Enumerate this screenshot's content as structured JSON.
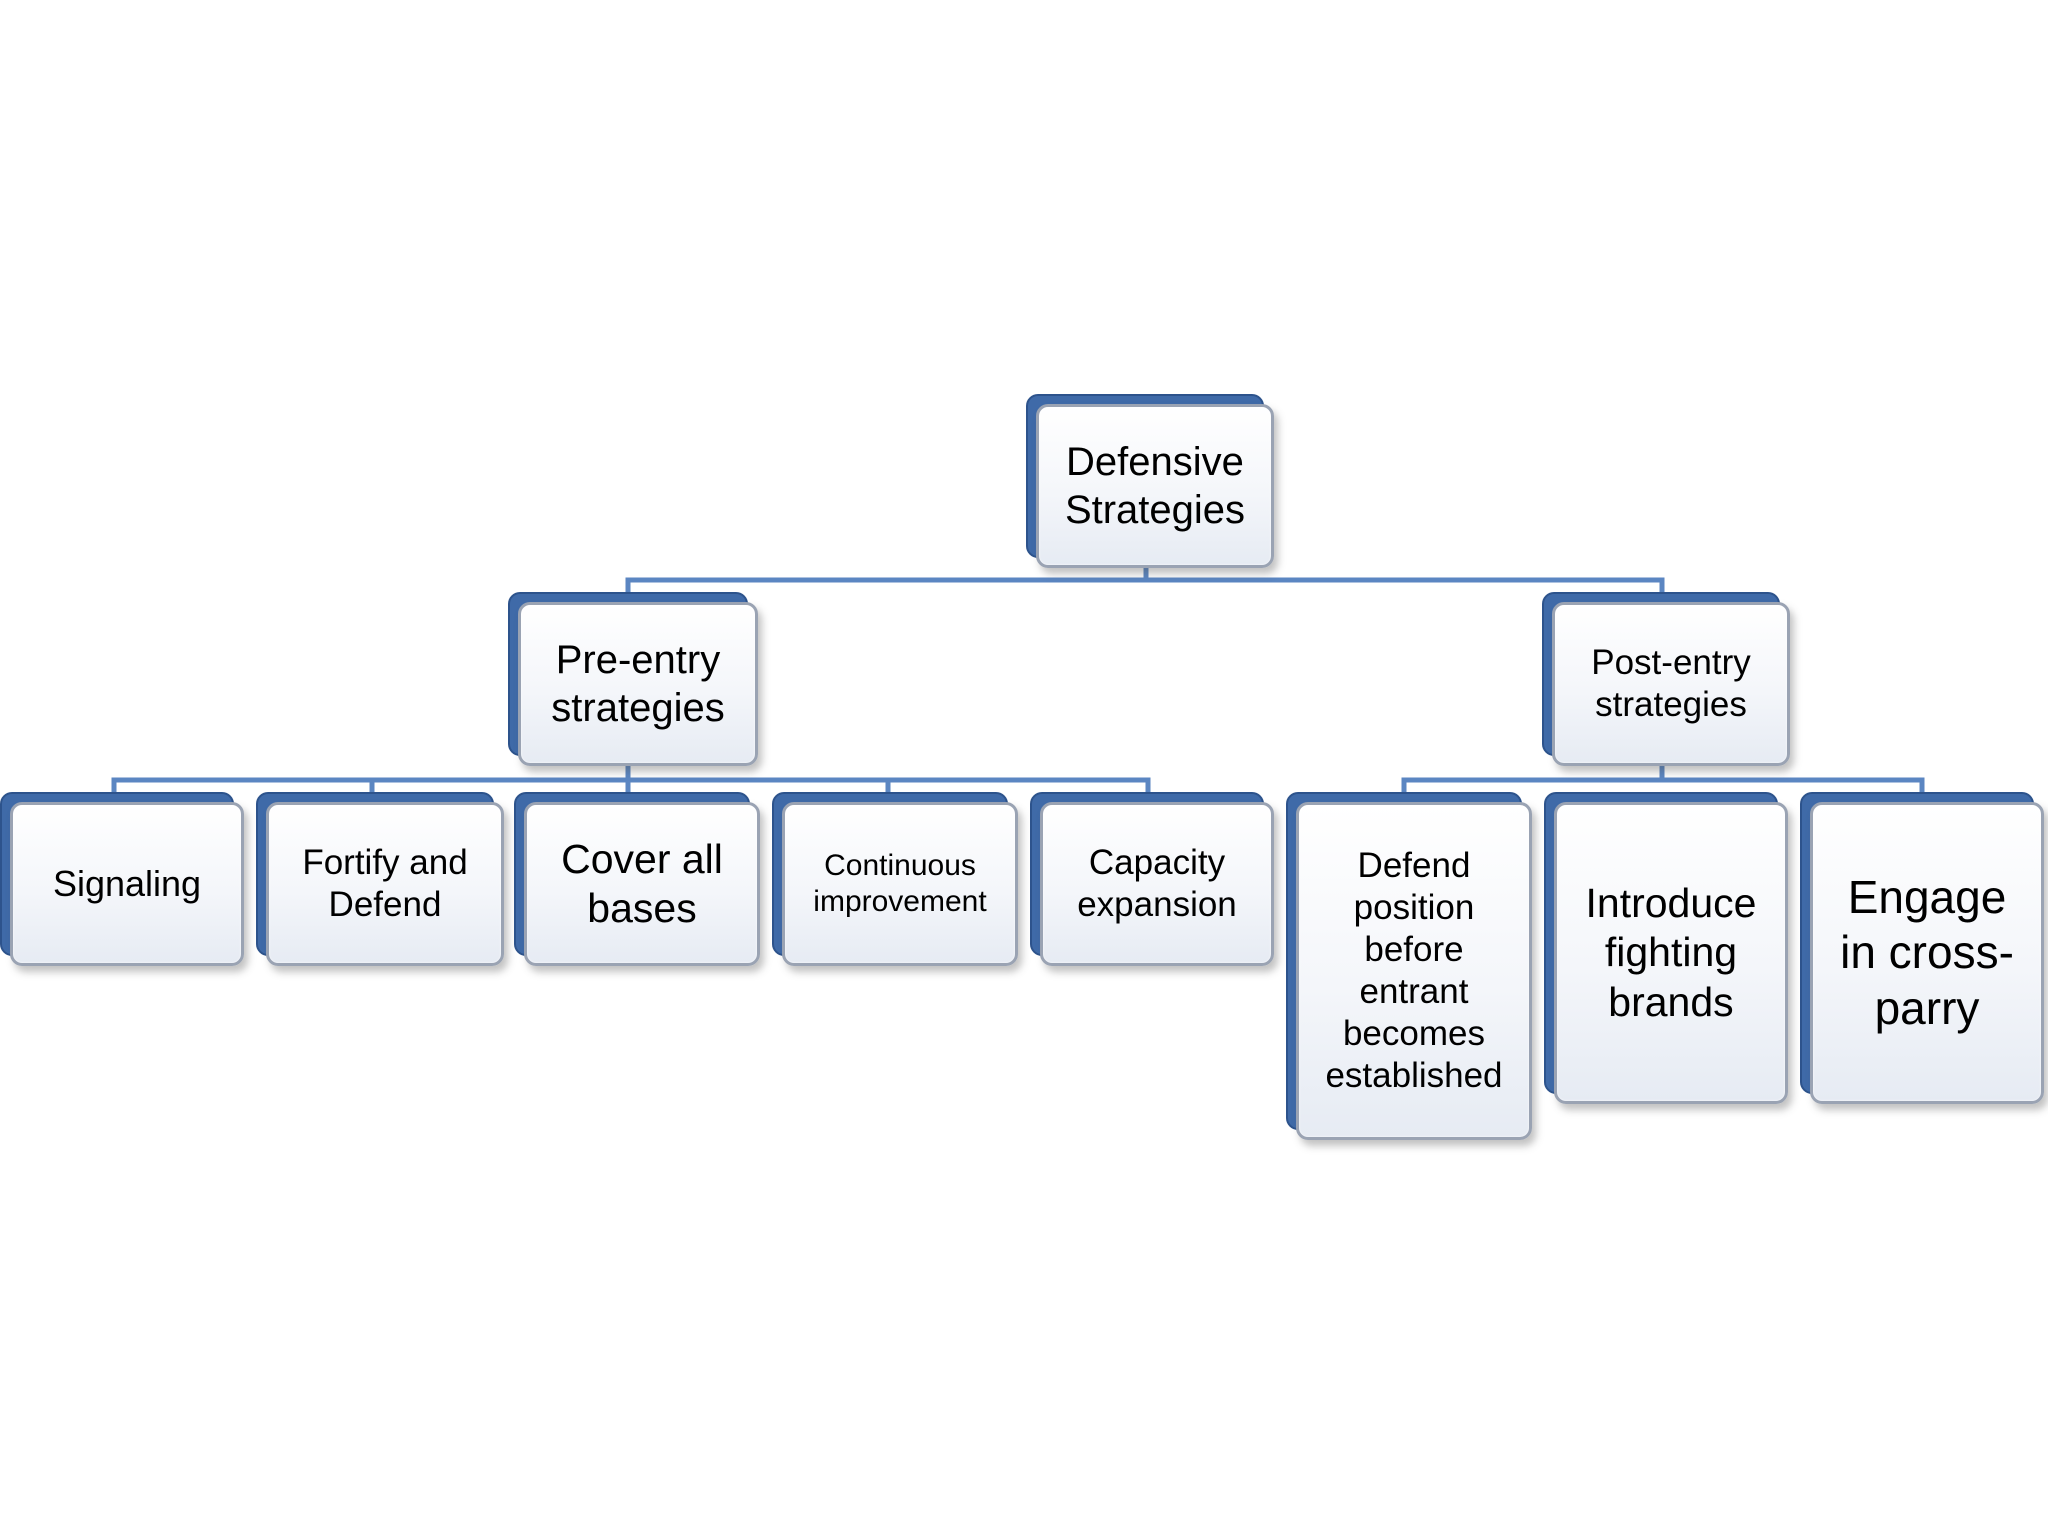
{
  "diagram": {
    "root": {
      "label": "Defensive\nStrategies"
    },
    "groups": [
      {
        "label": "Pre-entry\nstrategies",
        "children": [
          {
            "label": "Signaling"
          },
          {
            "label": "Fortify and\nDefend"
          },
          {
            "label": "Cover all\nbases"
          },
          {
            "label": "Continuous\nimprovement"
          },
          {
            "label": "Capacity\nexpansion"
          }
        ]
      },
      {
        "label": "Post-entry\nstrategies",
        "children": [
          {
            "label": "Defend\nposition\nbefore\nentrant\nbecomes\nestablished"
          },
          {
            "label": "Introduce\nfighting\nbrands"
          },
          {
            "label": "Engage\nin cross-\nparry"
          }
        ]
      }
    ],
    "colors": {
      "box_accent": "#3f6aa8",
      "box_border": "#9aa3b3",
      "connector": "#5b86c2"
    }
  }
}
